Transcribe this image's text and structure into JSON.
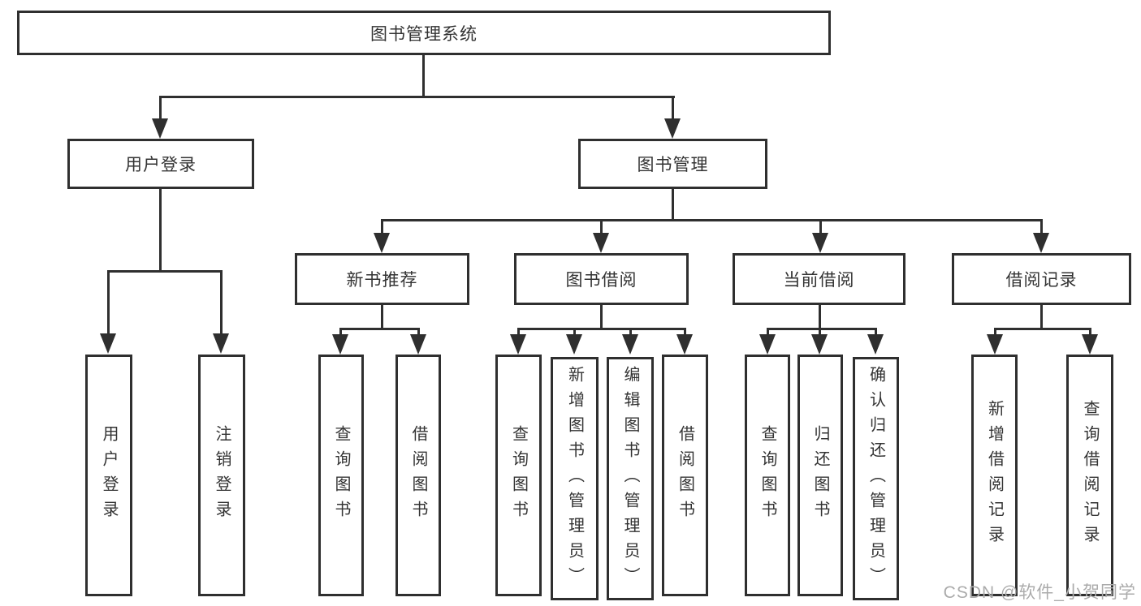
{
  "diagram": {
    "title": "图书管理系统",
    "type": "hierarchy-tree",
    "colors": {
      "line": "#2f2f2f",
      "text": "#333333",
      "background": "#ffffff",
      "watermark_text_color": "#ababab"
    },
    "watermark": "CSDN @软件_小贺同学"
  },
  "tree": {
    "label": "图书管理系统",
    "children": [
      {
        "label": "用户登录",
        "children": [
          {
            "label": "用户登录"
          },
          {
            "label": "注销登录"
          }
        ]
      },
      {
        "label": "图书管理",
        "children": [
          {
            "label": "新书推荐",
            "children": [
              {
                "label": "查询图书"
              },
              {
                "label": "借阅图书"
              }
            ]
          },
          {
            "label": "图书借阅",
            "children": [
              {
                "label": "查询图书"
              },
              {
                "label": "新增图书（管理员）"
              },
              {
                "label": "编辑图书（管理员）"
              },
              {
                "label": "借阅图书"
              }
            ]
          },
          {
            "label": "当前借阅",
            "children": [
              {
                "label": "查询图书"
              },
              {
                "label": "归还图书"
              },
              {
                "label": "确认归还（管理员）"
              }
            ]
          },
          {
            "label": "借阅记录",
            "children": [
              {
                "label": "新增借阅记录"
              },
              {
                "label": "查询借阅记录"
              }
            ]
          }
        ]
      }
    ]
  }
}
